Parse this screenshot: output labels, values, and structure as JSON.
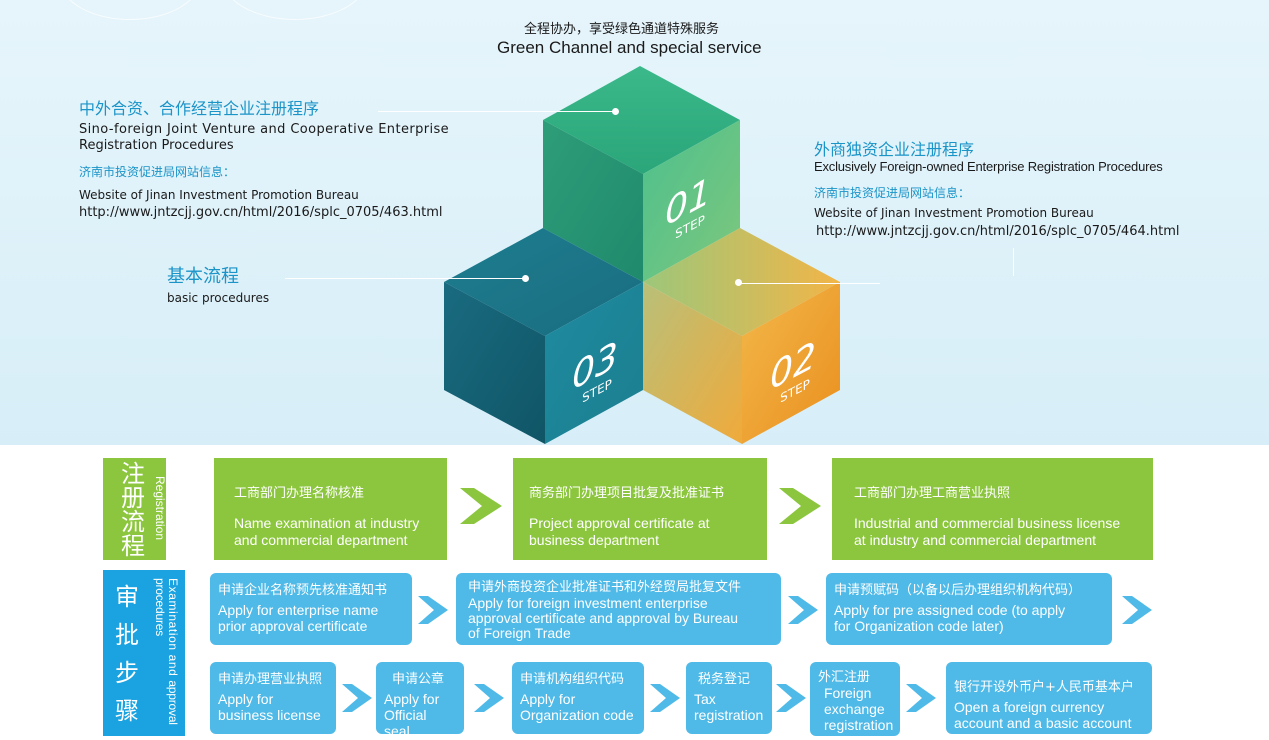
{
  "header": {
    "zh": "全程协办，享受绿色通道特殊服务",
    "en": "Green Channel and special service"
  },
  "left_block": {
    "title_zh": "中外合资、合作经营企业注册程序",
    "title_en_1": "Sino-foreign Joint Venture and Cooperative Enterprise",
    "title_en_2": "Registration Procedures",
    "site_zh": "济南市投资促进局网站信息：",
    "site_en": "Website of Jinan Investment Promotion Bureau",
    "url": "http://www.jntzcjj.gov.cn/html/2016/splc_0705/463.html"
  },
  "basic_block": {
    "title_zh": "基本流程",
    "title_en": "basic procedures"
  },
  "right_block": {
    "title_zh": "外商独资企业注册程序",
    "title_en": "Exclusively Foreign-owned Enterprise Registration Procedures",
    "site_zh": "济南市投资促进局网站信息：",
    "site_en": "Website of Jinan Investment Promotion Bureau",
    "url": "http://www.jntzcjj.gov.cn/html/2016/splc_0705/464.html"
  },
  "cubes": [
    {
      "num": "01",
      "step": "STEP",
      "color": "#2a9c70"
    },
    {
      "num": "02",
      "step": "STEP",
      "color": "#f0a12e"
    },
    {
      "num": "03",
      "step": "STEP",
      "color": "#1b6f83"
    }
  ],
  "registration": {
    "label_zh": "注册流程",
    "label_en": "Registration",
    "color": "#8cc63f",
    "steps": [
      {
        "zh": "工商部门办理名称核准",
        "en_1": "Name examination at industry",
        "en_2": "and commercial department"
      },
      {
        "zh": "商务部门办理项目批复及批准证书",
        "en_1": "Project approval certificate at",
        "en_2": "business department"
      },
      {
        "zh": "工商部门办理工商营业执照",
        "en_1": "Industrial and commercial business license",
        "en_2": "at industry and commercial department"
      }
    ]
  },
  "examination": {
    "label_zh": "审批步骤",
    "label_en_1": "Examination and",
    "label_en_2": "approval procedures",
    "color": "#1aa3e0",
    "row1": [
      {
        "zh": "申请企业名称预先核准通知书",
        "en_1": "Apply for enterprise name",
        "en_2": "prior approval certificate"
      },
      {
        "zh": "申请外商投资企业批准证书和外经贸局批复文件",
        "en_1": "Apply for foreign investment enterprise",
        "en_2": "approval certificate and approval by Bureau",
        "en_3": "of Foreign Trade"
      },
      {
        "zh": "申请预赋码（以备以后办理组织机构代码）",
        "en_1": "Apply for pre assigned code (to apply",
        "en_2": "for Organization code later)"
      }
    ],
    "row2": [
      {
        "zh": "申请办理营业执照",
        "en_1": "Apply for",
        "en_2": "business license"
      },
      {
        "zh": "申请公章",
        "en_1": "Apply for",
        "en_2": "Official seal"
      },
      {
        "zh": "申请机构组织代码",
        "en_1": "Apply for",
        "en_2": "Organization code"
      },
      {
        "zh": "税务登记",
        "en_1": "Tax",
        "en_2": "registration"
      },
      {
        "zh": "外汇注册",
        "en_1": "Foreign",
        "en_2": "exchange",
        "en_3": "registration"
      },
      {
        "zh": "银行开设外币户+人民币基本户",
        "en_1": "Open a foreign currency",
        "en_2": "account and a basic account"
      }
    ]
  }
}
